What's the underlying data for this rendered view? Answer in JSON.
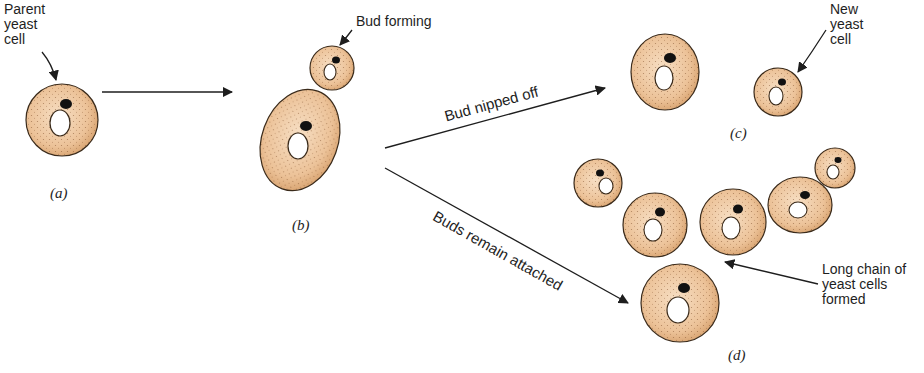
{
  "diagram": {
    "labels": [
      "Parent yeast cell",
      "(a)",
      "Bud forming",
      "(b)",
      "Bud nipped off",
      "Buds remain attached",
      "New yeast cell",
      "(c)",
      "Long chain of yeast cells formed",
      "(d)"
    ]
  }
}
